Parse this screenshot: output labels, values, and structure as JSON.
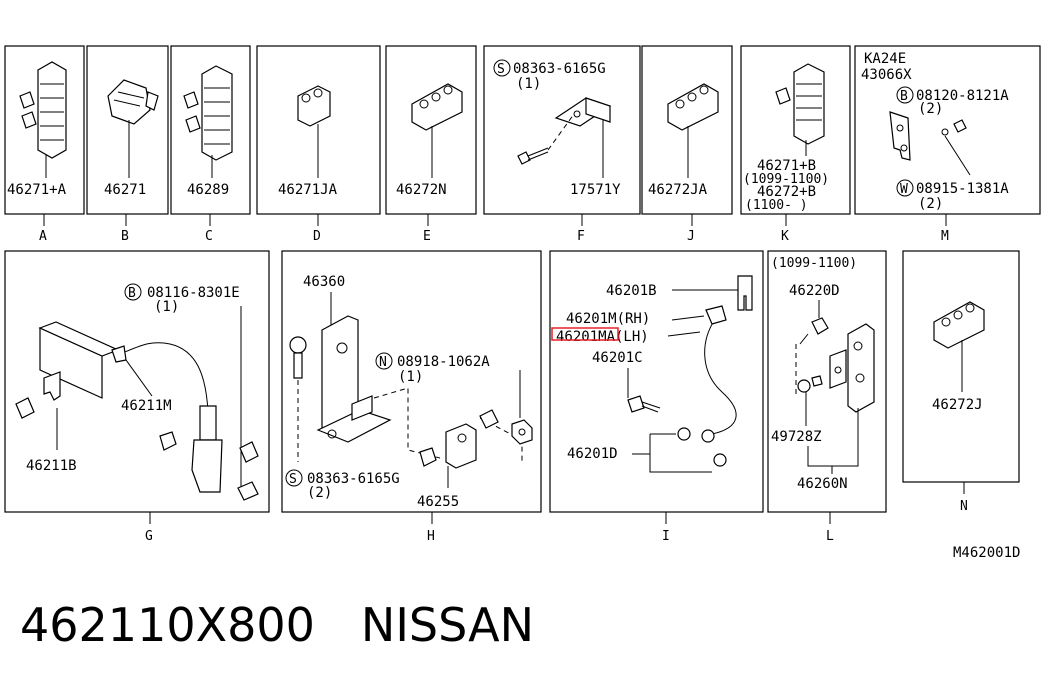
{
  "diagram_code": "M462001D",
  "sections": {
    "A": {
      "letter": "A",
      "part": "46271+A"
    },
    "B": {
      "letter": "B",
      "part": "46271"
    },
    "C": {
      "letter": "C",
      "part": "46289"
    },
    "D": {
      "letter": "D",
      "part": "46271JA"
    },
    "E": {
      "letter": "E",
      "part": "46272N"
    },
    "F": {
      "letter": "F",
      "bolt_prefix": "S",
      "bolt": "08363-6165G",
      "bolt_qty": "(1)",
      "part": "17571Y"
    },
    "J": {
      "letter": "J",
      "part": "46272JA"
    },
    "K": {
      "letter": "K",
      "part1": "46271+B",
      "range1": "(1099-1100)",
      "part2": "46272+B",
      "range2": "(1100-    )"
    },
    "M": {
      "letter": "M",
      "part1": "KA24E",
      "part2": "43066X",
      "bolt_prefix": "B",
      "bolt": "08120-8121A",
      "bolt_qty": "(2)",
      "washer_prefix": "W",
      "washer": "08915-1381A",
      "washer_qty": "(2)"
    },
    "G": {
      "letter": "G",
      "bolt_prefix": "B",
      "bolt": "08116-8301E",
      "bolt_qty": "(1)",
      "hose": "46211M",
      "bracket": "46211B"
    },
    "H": {
      "letter": "H",
      "bracket": "46360",
      "nut_prefix": "N",
      "nut": "08918-1062A",
      "nut_qty": "(1)",
      "screw_prefix": "S",
      "screw": "08363-6165G",
      "screw_qty": "(2)",
      "clamp": "46255"
    },
    "I": {
      "letter": "I",
      "clip": "46201B",
      "hose_rh": "46201M(RH)",
      "hose_lh": "46201MA(LH)",
      "bolt": "46201C",
      "gasket": "46201D"
    },
    "L": {
      "letter": "L",
      "range": "(1099-1100)",
      "connector": "46220D",
      "screw": "49728Z",
      "assembly": "46260N"
    },
    "N": {
      "letter": "N",
      "part": "46272J"
    }
  },
  "footer": {
    "part_number": "462110X800",
    "brand": "NISSAN"
  },
  "highlight_color": "#e8202a"
}
